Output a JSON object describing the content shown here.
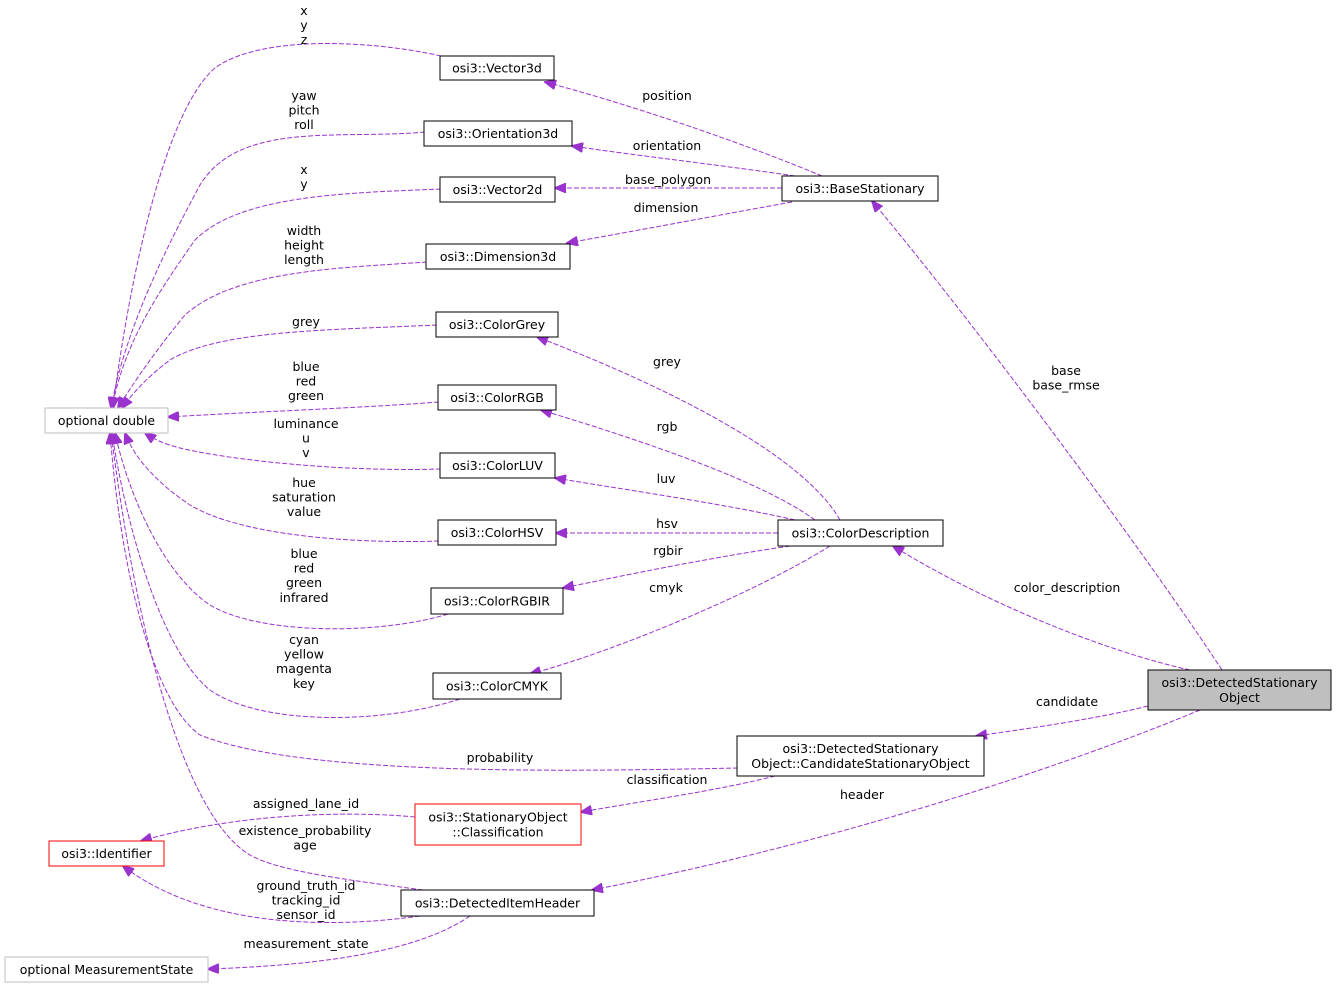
{
  "nodes": {
    "main": {
      "lines": [
        "osi3::DetectedStationary",
        "Object"
      ],
      "style": "current"
    },
    "vector3d": {
      "lines": [
        "osi3::Vector3d"
      ],
      "style": "normal"
    },
    "orientation3d": {
      "lines": [
        "osi3::Orientation3d"
      ],
      "style": "normal"
    },
    "vector2d": {
      "lines": [
        "osi3::Vector2d"
      ],
      "style": "normal"
    },
    "dimension3d": {
      "lines": [
        "osi3::Dimension3d"
      ],
      "style": "normal"
    },
    "basestationary": {
      "lines": [
        "osi3::BaseStationary"
      ],
      "style": "normal"
    },
    "colorgrey": {
      "lines": [
        "osi3::ColorGrey"
      ],
      "style": "normal"
    },
    "colorrgb": {
      "lines": [
        "osi3::ColorRGB"
      ],
      "style": "normal"
    },
    "colorluv": {
      "lines": [
        "osi3::ColorLUV"
      ],
      "style": "normal"
    },
    "colorhsv": {
      "lines": [
        "osi3::ColorHSV"
      ],
      "style": "normal"
    },
    "colorrgbir": {
      "lines": [
        "osi3::ColorRGBIR"
      ],
      "style": "normal"
    },
    "colorcmyk": {
      "lines": [
        "osi3::ColorCMYK"
      ],
      "style": "normal"
    },
    "colordesc": {
      "lines": [
        "osi3::ColorDescription"
      ],
      "style": "normal"
    },
    "optdouble": {
      "lines": [
        "optional double"
      ],
      "style": "external"
    },
    "candidate": {
      "lines": [
        "osi3::DetectedStationary",
        "Object::CandidateStationaryObject"
      ],
      "style": "normal"
    },
    "classification": {
      "lines": [
        "osi3::StationaryObject",
        "::Classification"
      ],
      "style": "incomplete"
    },
    "identifier": {
      "lines": [
        "osi3::Identifier"
      ],
      "style": "incomplete"
    },
    "itemheader": {
      "lines": [
        "osi3::DetectedItemHeader"
      ],
      "style": "normal"
    },
    "optmeas": {
      "lines": [
        "optional MeasurementState"
      ],
      "style": "external"
    }
  },
  "edges": [
    {
      "id": "e-vec3d-opt",
      "lines": [
        "x",
        "y",
        "z"
      ]
    },
    {
      "id": "e-ori-opt",
      "lines": [
        "yaw",
        "pitch",
        "roll"
      ]
    },
    {
      "id": "e-vec2d-opt",
      "lines": [
        "x",
        "y"
      ]
    },
    {
      "id": "e-dim-opt",
      "lines": [
        "width",
        "height",
        "length"
      ]
    },
    {
      "id": "e-grey-opt",
      "lines": [
        "grey"
      ]
    },
    {
      "id": "e-rgb-opt",
      "lines": [
        "blue",
        "red",
        "green"
      ]
    },
    {
      "id": "e-luv-opt",
      "lines": [
        "luminance",
        "u",
        "v"
      ]
    },
    {
      "id": "e-hsv-opt",
      "lines": [
        "hue",
        "saturation",
        "value"
      ]
    },
    {
      "id": "e-rgbir-opt",
      "lines": [
        "blue",
        "red",
        "green",
        "infrared"
      ]
    },
    {
      "id": "e-cmyk-opt",
      "lines": [
        "cyan",
        "yellow",
        "magenta",
        "key"
      ]
    },
    {
      "id": "e-cand-opt",
      "lines": [
        "probability"
      ]
    },
    {
      "id": "e-hdr-opt",
      "lines": [
        "existence_probability",
        "age"
      ]
    },
    {
      "id": "e-base-vec3d",
      "lines": [
        "position"
      ]
    },
    {
      "id": "e-base-ori",
      "lines": [
        "orientation"
      ]
    },
    {
      "id": "e-base-vec2d",
      "lines": [
        "base_polygon"
      ]
    },
    {
      "id": "e-base-dim",
      "lines": [
        "dimension"
      ]
    },
    {
      "id": "e-cd-grey",
      "lines": [
        "grey"
      ]
    },
    {
      "id": "e-cd-rgb",
      "lines": [
        "rgb"
      ]
    },
    {
      "id": "e-cd-luv",
      "lines": [
        "luv"
      ]
    },
    {
      "id": "e-cd-hsv",
      "lines": [
        "hsv"
      ]
    },
    {
      "id": "e-cd-rgbir",
      "lines": [
        "rgbir"
      ]
    },
    {
      "id": "e-cd-cmyk",
      "lines": [
        "cmyk"
      ]
    },
    {
      "id": "e-main-base",
      "lines": [
        "base",
        "base_rmse"
      ]
    },
    {
      "id": "e-main-cd",
      "lines": [
        "color_description"
      ]
    },
    {
      "id": "e-main-cand",
      "lines": [
        "candidate"
      ]
    },
    {
      "id": "e-cand-class",
      "lines": [
        "classification"
      ]
    },
    {
      "id": "e-main-hdr",
      "lines": [
        "header"
      ]
    },
    {
      "id": "e-class-id",
      "lines": [
        "assigned_lane_id"
      ]
    },
    {
      "id": "e-hdr-id",
      "lines": [
        "ground_truth_id",
        "tracking_id",
        "sensor_id"
      ]
    },
    {
      "id": "e-hdr-meas",
      "lines": [
        "measurement_state"
      ]
    }
  ],
  "colors": {
    "edge": "#9a32cd",
    "current_fill": "#bfbfbf",
    "incomplete_border": "#ff0000",
    "external_border": "#bfbfbf",
    "normal_border": "#000000"
  }
}
